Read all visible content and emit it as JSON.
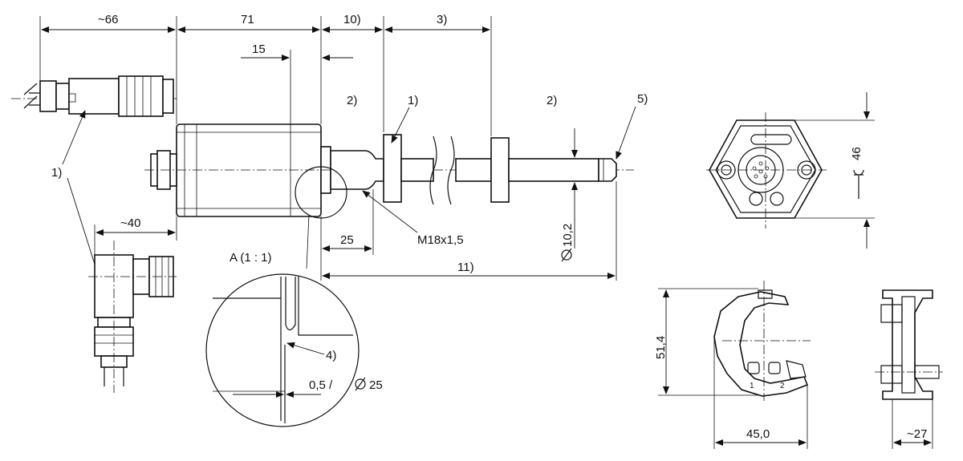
{
  "dimensions": {
    "cable_length": "~66",
    "housing_length": "71",
    "note10": "10)",
    "note3": "3)",
    "offset15": "15",
    "angle_length": "~40",
    "thread_length": "25",
    "rod_length": "11)",
    "rod_diameter": "10,2",
    "height46": "46",
    "clip_height": "51,4",
    "clip_width": "45,0",
    "clip_depth": "~27",
    "gap": "0,5 /",
    "gap_diameter": "25"
  },
  "callouts": {
    "c1_left": "1)",
    "c1_right": "1)",
    "c2_left": "2)",
    "c2_right": "2)",
    "c4": "4)",
    "c5": "5)"
  },
  "thread_label": "M18x1,5",
  "detail_label": "A  (1 : 1)",
  "clip_pins": {
    "pin1": "1",
    "pin2": "2"
  }
}
